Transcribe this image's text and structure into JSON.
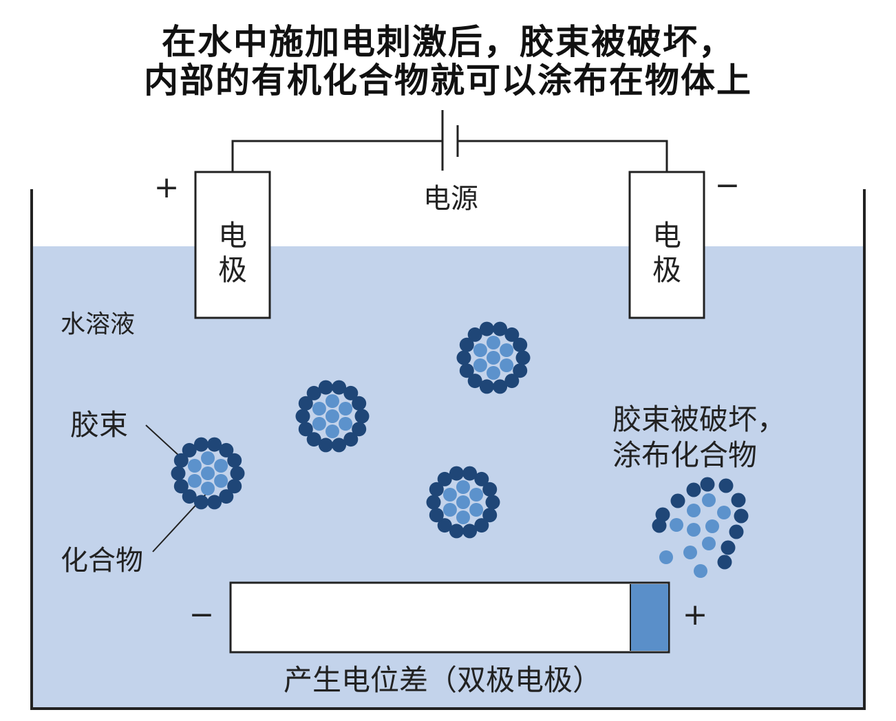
{
  "title": {
    "line1": "在水中施加电刺激后，胶束被破坏，",
    "line2": "内部的有机化合物就可以涂布在物体上"
  },
  "labels": {
    "power_source": "电源",
    "electrode_left_1": "电",
    "electrode_left_2": "极",
    "electrode_right_1": "电",
    "electrode_right_2": "极",
    "plus_top": "+",
    "minus_top": "−",
    "solution": "水溶液",
    "micelle": "胶束",
    "compound": "化合物",
    "broken_line1": "胶束被破坏，",
    "broken_line2": "涂布化合物",
    "minus_bottom": "−",
    "plus_bottom": "+",
    "bipolar": "产生电位差（双极电极）"
  },
  "colors": {
    "water": "#c3d3eb",
    "micelle_outer": "#1f4677",
    "micelle_inner": "#5c92cc",
    "bipolar_coated": "#5a8fc9",
    "outline": "#222222"
  }
}
